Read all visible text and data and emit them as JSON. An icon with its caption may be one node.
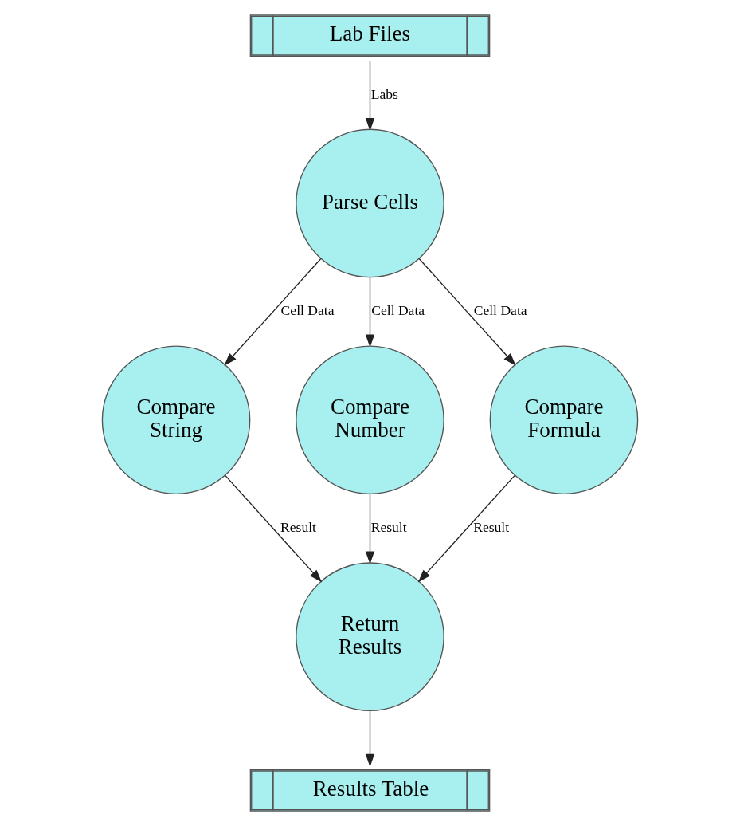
{
  "diagram": {
    "nodes": [
      {
        "text": [
          "Lab Files"
        ]
      },
      {
        "text": [
          "Parse Cells"
        ]
      },
      {
        "text": [
          "Compare String"
        ]
      },
      {
        "text": [
          "Compare Number"
        ]
      },
      {
        "text": [
          "Compare Formula"
        ]
      },
      {
        "text": [
          "Return Results"
        ]
      },
      {
        "text": [
          "Results Table"
        ]
      }
    ],
    "edges": [
      {
        "from": 0,
        "to": 1,
        "arrow": "to",
        "label": "Labs"
      },
      {
        "from": 1,
        "to": 2,
        "arrow": "to",
        "label": "Cell Data"
      },
      {
        "from": 1,
        "to": 3,
        "arrow": "to",
        "label": "Cell Data"
      },
      {
        "from": 1,
        "to": 4,
        "arrow": "to",
        "label": "Cell Data"
      },
      {
        "from": 2,
        "to": 5,
        "arrow": "to",
        "label": "Result"
      },
      {
        "from": 3,
        "to": 5,
        "arrow": "to",
        "label": "Result"
      },
      {
        "from": 4,
        "to": 5,
        "arrow": "to",
        "label": "Result"
      },
      {
        "from": 5,
        "to": 6,
        "arrow": "to"
      }
    ]
  }
}
